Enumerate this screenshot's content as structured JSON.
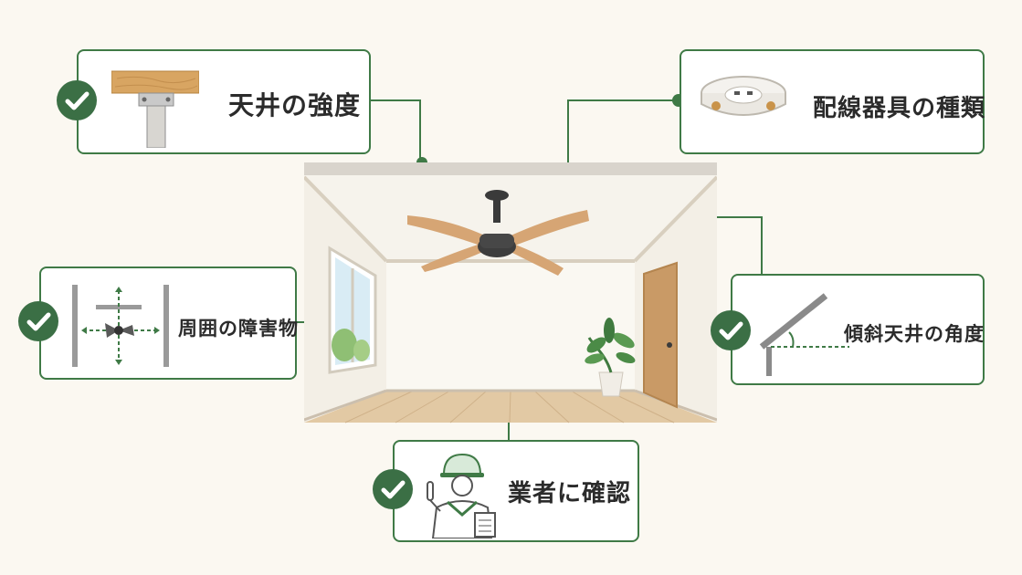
{
  "items": {
    "ceiling_strength": "天井の強度",
    "wiring_fixture": "配線器具の種類",
    "surrounding_obstacles": "周囲の障害物",
    "sloped_ceiling_angle": "傾斜天井の角度",
    "contractor_confirm": "業者に確認"
  },
  "colors": {
    "accent": "#3b6f45",
    "background": "#fbf8f1",
    "card_border": "#3f7a46"
  }
}
